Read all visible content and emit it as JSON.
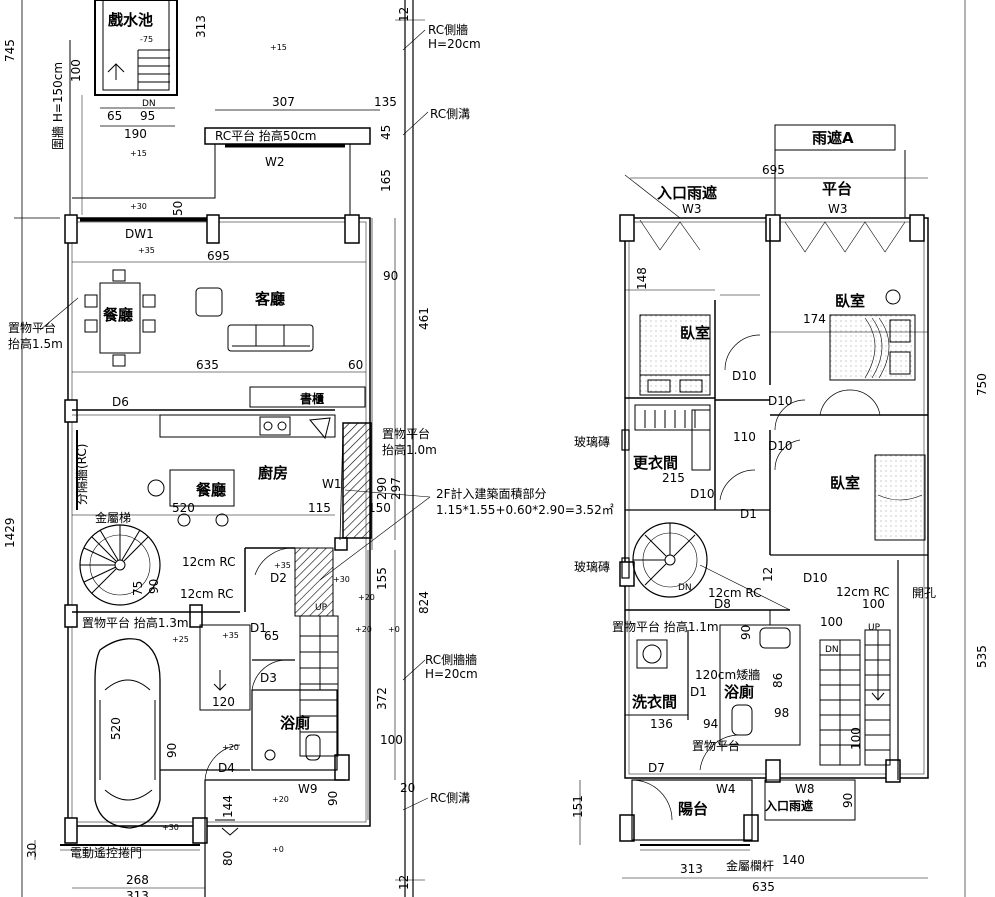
{
  "left_plan": {
    "rooms": [
      {
        "id": "pool",
        "text": "戲水池"
      },
      {
        "id": "living",
        "text": "客廳"
      },
      {
        "id": "dining1",
        "text": "餐廳"
      },
      {
        "id": "kitchen",
        "text": "廚房"
      },
      {
        "id": "dining2",
        "text": "餐廳"
      },
      {
        "id": "bath",
        "text": "浴廁"
      },
      {
        "id": "bookcase",
        "text": "書櫃"
      }
    ],
    "notes": [
      {
        "id": "rc-wall-top",
        "text": "RC側牆"
      },
      {
        "id": "rc-wall-top-h",
        "text": "H=20cm"
      },
      {
        "id": "rc-ditch-top",
        "text": "RC側溝"
      },
      {
        "id": "rc-platform",
        "text": "RC平台 抬高50cm"
      },
      {
        "id": "fence",
        "text": "圍牆 H=150cm"
      },
      {
        "id": "shelf1",
        "text": "置物平台"
      },
      {
        "id": "shelf1b",
        "text": "抬高1.5m"
      },
      {
        "id": "shelf2",
        "text": "置物平台"
      },
      {
        "id": "shelf2b",
        "text": "抬高1.0m"
      },
      {
        "id": "partition",
        "text": "分隔牆(RC)"
      },
      {
        "id": "metal-stair",
        "text": "金屬梯"
      },
      {
        "id": "rc12a",
        "text": "12cm RC"
      },
      {
        "id": "rc12b",
        "text": "12cm RC"
      },
      {
        "id": "shelf3",
        "text": "置物平台 抬高1.3m"
      },
      {
        "id": "rc-wall-mid",
        "text": "RC側牆牆"
      },
      {
        "id": "rc-wall-mid-h",
        "text": "H=20cm"
      },
      {
        "id": "rc-ditch-bottom",
        "text": "RC側溝"
      },
      {
        "id": "garage-door",
        "text": "電動遙控捲門"
      },
      {
        "id": "area-title",
        "text": "2F計入建築面積部分"
      },
      {
        "id": "area-formula",
        "text": "1.15*1.55+0.60*2.90=3.52㎡"
      }
    ],
    "labels": [
      {
        "id": "W2",
        "text": "W2"
      },
      {
        "id": "DW1",
        "text": "DW1"
      },
      {
        "id": "D6",
        "text": "D6"
      },
      {
        "id": "W1",
        "text": "W1"
      },
      {
        "id": "D2",
        "text": "D2"
      },
      {
        "id": "D1",
        "text": "D1"
      },
      {
        "id": "D3",
        "text": "D3"
      },
      {
        "id": "D4",
        "text": "D4"
      },
      {
        "id": "W9",
        "text": "W9"
      },
      {
        "id": "DN",
        "text": "DN"
      },
      {
        "id": "UP",
        "text": "UP"
      }
    ],
    "levels": [
      "-75",
      "+15",
      "+15",
      "+30",
      "+35",
      "+35",
      "+30",
      "+20",
      "+35",
      "+25",
      "+20",
      "+20",
      "+30",
      "+0",
      "+0",
      "+20"
    ],
    "dims": [
      {
        "id": "d745",
        "text": "745"
      },
      {
        "id": "d1429",
        "text": "1429"
      },
      {
        "id": "d313",
        "text": "313"
      },
      {
        "id": "d100a",
        "text": "100"
      },
      {
        "id": "d65",
        "text": "65"
      },
      {
        "id": "d95",
        "text": "95"
      },
      {
        "id": "d190",
        "text": "190"
      },
      {
        "id": "d307",
        "text": "307"
      },
      {
        "id": "d135",
        "text": "135"
      },
      {
        "id": "d45",
        "text": "45"
      },
      {
        "id": "d165",
        "text": "165"
      },
      {
        "id": "d50",
        "text": "50"
      },
      {
        "id": "d695",
        "text": "695"
      },
      {
        "id": "d90a",
        "text": "90"
      },
      {
        "id": "d461",
        "text": "461"
      },
      {
        "id": "d635",
        "text": "635"
      },
      {
        "id": "d60",
        "text": "60"
      },
      {
        "id": "d290",
        "text": "290"
      },
      {
        "id": "d297",
        "text": "297"
      },
      {
        "id": "d520a",
        "text": "520"
      },
      {
        "id": "d115",
        "text": "115"
      },
      {
        "id": "d150",
        "text": "150"
      },
      {
        "id": "d75",
        "text": "75"
      },
      {
        "id": "d90b",
        "text": "90"
      },
      {
        "id": "d155",
        "text": "155"
      },
      {
        "id": "d824",
        "text": "824"
      },
      {
        "id": "d65b",
        "text": "65"
      },
      {
        "id": "d120",
        "text": "120"
      },
      {
        "id": "d372",
        "text": "372"
      },
      {
        "id": "d100b",
        "text": "100"
      },
      {
        "id": "d520b",
        "text": "520"
      },
      {
        "id": "d90c",
        "text": "90"
      },
      {
        "id": "d144",
        "text": "144"
      },
      {
        "id": "d90d",
        "text": "90"
      },
      {
        "id": "d20",
        "text": "20"
      },
      {
        "id": "d30",
        "text": "30"
      },
      {
        "id": "d80",
        "text": "80"
      },
      {
        "id": "d268",
        "text": "268"
      },
      {
        "id": "d12a",
        "text": "12"
      },
      {
        "id": "d12b",
        "text": "12"
      },
      {
        "id": "d313b",
        "text": "313"
      }
    ]
  },
  "right_plan": {
    "rooms": [
      {
        "id": "canopyA",
        "text": "雨遮A"
      },
      {
        "id": "entry-canopy",
        "text": "入口雨遮"
      },
      {
        "id": "terrace",
        "text": "平台"
      },
      {
        "id": "bed1",
        "text": "臥室"
      },
      {
        "id": "bed2",
        "text": "臥室"
      },
      {
        "id": "bed3",
        "text": "臥室"
      },
      {
        "id": "closet",
        "text": "更衣間"
      },
      {
        "id": "laundry",
        "text": "洗衣間"
      },
      {
        "id": "bath2",
        "text": "浴廁"
      },
      {
        "id": "balcony",
        "text": "陽台"
      },
      {
        "id": "entry-canopy2",
        "text": "入口雨遮"
      }
    ],
    "notes": [
      {
        "id": "glass1",
        "text": "玻璃磚"
      },
      {
        "id": "glass2",
        "text": "玻璃磚"
      },
      {
        "id": "rc12c",
        "text": "12cm RC"
      },
      {
        "id": "rc12d",
        "text": "12cm RC"
      },
      {
        "id": "opening",
        "text": "開孔"
      },
      {
        "id": "shelf4",
        "text": "置物平台 抬高1.1m"
      },
      {
        "id": "low-wall",
        "text": "120cm矮牆"
      },
      {
        "id": "shelf5",
        "text": "置物平台"
      },
      {
        "id": "railing",
        "text": "金屬欄杆"
      }
    ],
    "labels": [
      {
        "id": "W3a",
        "text": "W3"
      },
      {
        "id": "W3b",
        "text": "W3"
      },
      {
        "id": "D10a",
        "text": "D10"
      },
      {
        "id": "D10b",
        "text": "D10"
      },
      {
        "id": "D10c",
        "text": "D10"
      },
      {
        "id": "D10d",
        "text": "D10"
      },
      {
        "id": "D10e",
        "text": "D10"
      },
      {
        "id": "D1r",
        "text": "D1"
      },
      {
        "id": "D1r2",
        "text": "D1"
      },
      {
        "id": "D8",
        "text": "D8"
      },
      {
        "id": "D7",
        "text": "D7"
      },
      {
        "id": "W4",
        "text": "W4"
      },
      {
        "id": "W8",
        "text": "W8"
      },
      {
        "id": "DNa",
        "text": "DN"
      },
      {
        "id": "DNb",
        "text": "DN"
      },
      {
        "id": "UPr",
        "text": "UP"
      }
    ],
    "dims": [
      {
        "id": "r695",
        "text": "695"
      },
      {
        "id": "r148",
        "text": "148"
      },
      {
        "id": "r174",
        "text": "174"
      },
      {
        "id": "r110",
        "text": "110"
      },
      {
        "id": "r215",
        "text": "215"
      },
      {
        "id": "r750",
        "text": "750"
      },
      {
        "id": "r12",
        "text": "12"
      },
      {
        "id": "r100a",
        "text": "100"
      },
      {
        "id": "r100b",
        "text": "100"
      },
      {
        "id": "r90a",
        "text": "90"
      },
      {
        "id": "r86",
        "text": "86"
      },
      {
        "id": "r98",
        "text": "98"
      },
      {
        "id": "r136",
        "text": "136"
      },
      {
        "id": "r94",
        "text": "94"
      },
      {
        "id": "r100c",
        "text": "100"
      },
      {
        "id": "r535",
        "text": "535"
      },
      {
        "id": "r151",
        "text": "151"
      },
      {
        "id": "r90b",
        "text": "90"
      },
      {
        "id": "r140",
        "text": "140"
      },
      {
        "id": "r313",
        "text": "313"
      },
      {
        "id": "r635",
        "text": "635"
      }
    ]
  }
}
